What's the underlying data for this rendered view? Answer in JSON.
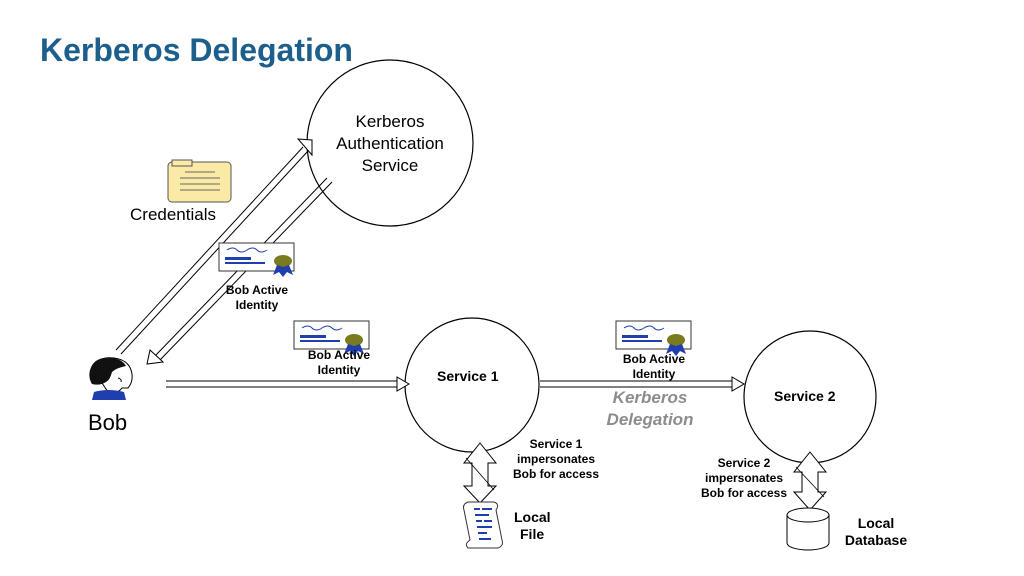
{
  "title": "Kerberos Delegation",
  "nodes": {
    "auth_service": {
      "line1": "Kerberos",
      "line2": "Authentication",
      "line3": "Service"
    },
    "service1": {
      "label": "Service 1"
    },
    "service2": {
      "label": "Service 2"
    },
    "bob": {
      "label": "Bob"
    },
    "credentials": {
      "label": "Credentials"
    },
    "local_file": {
      "line1": "Local",
      "line2": "File"
    },
    "local_database": {
      "line1": "Local",
      "line2": "Database"
    }
  },
  "tickets": [
    {
      "line1": "Bob Active",
      "line2": "Identity"
    },
    {
      "line1": "Bob Active",
      "line2": "Identity"
    },
    {
      "line1": "Bob Active",
      "line2": "Identity"
    }
  ],
  "annotations": {
    "service1_impersonates": {
      "line1": "Service 1",
      "line2": "impersonates",
      "line3": "Bob for access"
    },
    "service2_impersonates": {
      "line1": "Service 2",
      "line2": "impersonates",
      "line3": "Bob for access"
    },
    "delegation": {
      "line1": "Kerberos",
      "line2": "Delegation"
    }
  },
  "colors": {
    "title": "#1c5e8c",
    "folder": "#fbe9a6",
    "seal": "#7a7a1e",
    "ribbon": "#1f3fae",
    "ticket_text": "#1f3fae",
    "delegation_text": "#8c8c8c"
  }
}
